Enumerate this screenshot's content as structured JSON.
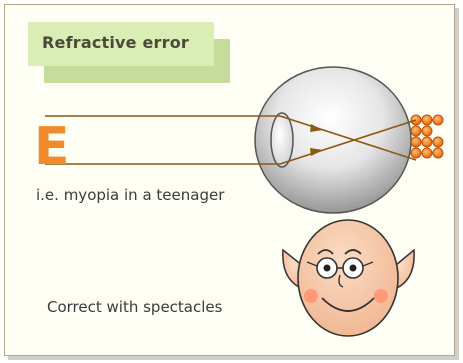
{
  "title": "Refractive error",
  "eye_chart_letter": "E",
  "caption_myopia": "i.e. myopia in a teenager",
  "caption_correction": "Correct with spectacles",
  "colors": {
    "panel_background": "#fffef4",
    "panel_border": "#b7a48a",
    "title_box": "#d9edb5",
    "title_shadow": "#c6dc9a",
    "light_ray": "#8a5a12",
    "letter_e": "#f08a2a",
    "retina_cells": "#f07a1a",
    "face_skin": "#f7c8a6",
    "cheeks": "#ff9977"
  },
  "icons": [
    "letter-e-target",
    "eyeball",
    "lens",
    "retina-cells",
    "face-with-spectacles"
  ]
}
